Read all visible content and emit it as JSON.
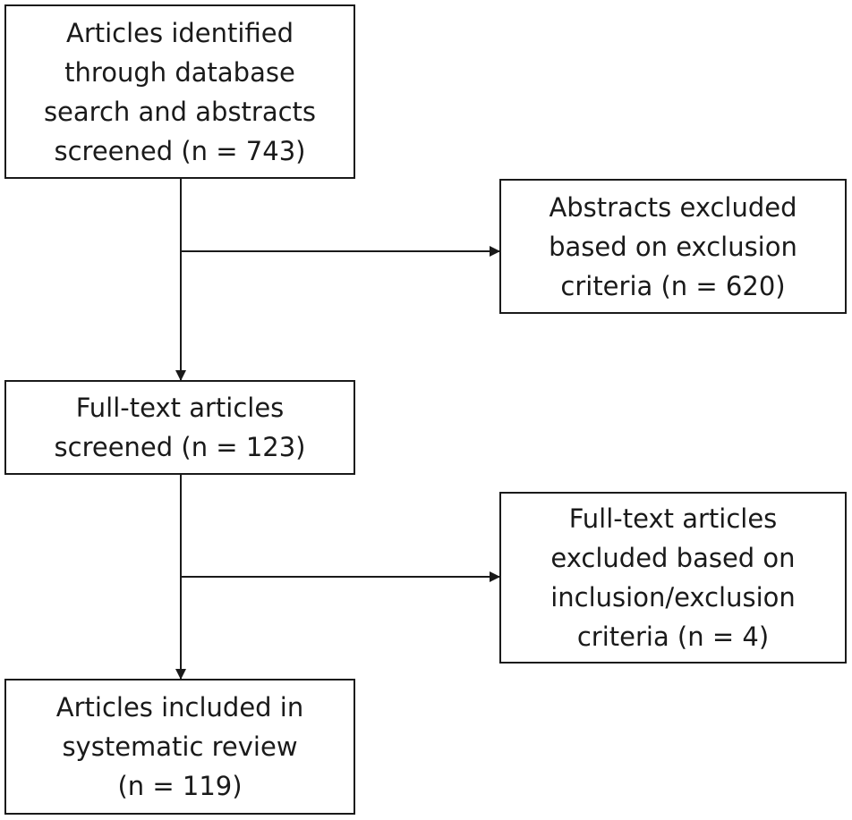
{
  "boxes": {
    "identified": {
      "lines": [
        "Articles identified",
        "through database",
        "search and abstracts",
        "screened (n = 743)"
      ]
    },
    "abstracts_excluded": {
      "lines": [
        "Abstracts excluded",
        "based on exclusion",
        "criteria (n = 620)"
      ]
    },
    "fulltext_screened": {
      "lines": [
        "Full-text articles",
        "screened (n = 123)"
      ]
    },
    "fulltext_excluded": {
      "lines": [
        "Full-text articles",
        "excluded based on",
        "inclusion/exclusion",
        "criteria (n = 4)"
      ]
    },
    "included": {
      "lines": [
        "Articles included in",
        "systematic review",
        "(n = 119)"
      ]
    }
  },
  "colors": {
    "stroke": "#1a1a1a",
    "background": "#ffffff"
  }
}
